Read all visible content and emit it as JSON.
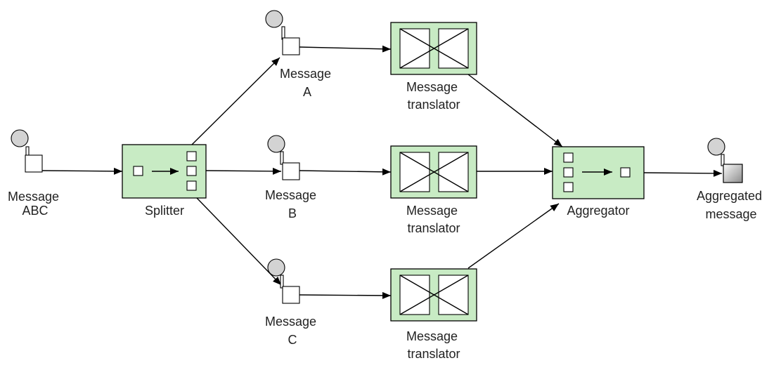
{
  "colors": {
    "component_fill": "#c8ebc4",
    "message_circle": "#d3d3d3",
    "aggregated_gradient_top": "#fafafa",
    "aggregated_gradient_bottom": "#8c8c8c"
  },
  "labels": {
    "message_abc": [
      "Message",
      "ABC"
    ],
    "splitter": "Splitter",
    "message_a": [
      "Message",
      "A"
    ],
    "message_b": [
      "Message",
      "B"
    ],
    "message_c": [
      "Message",
      "C"
    ],
    "translator_a": [
      "Message",
      "translator"
    ],
    "translator_b": [
      "Message",
      "translator"
    ],
    "translator_c": [
      "Message",
      "translator"
    ],
    "aggregator": "Aggregator",
    "aggregated_message": [
      "Aggregated",
      "message"
    ]
  }
}
